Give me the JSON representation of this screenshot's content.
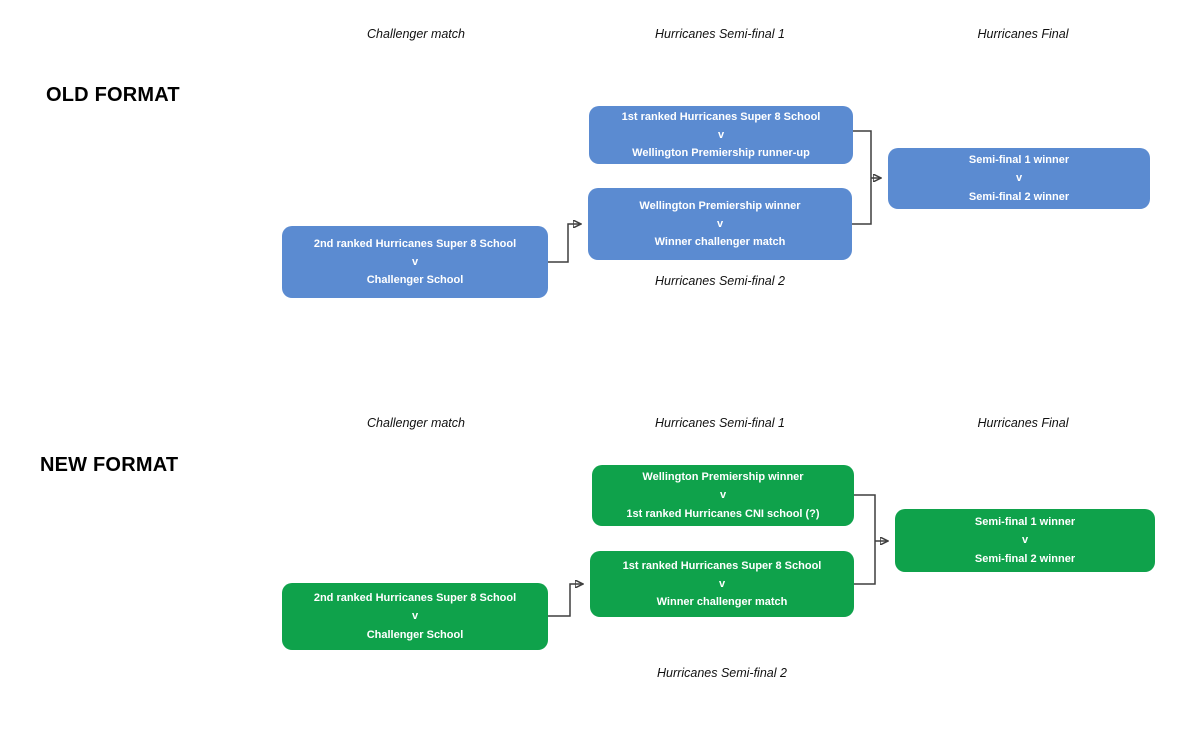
{
  "colors": {
    "old_accent": "#5B8BD1",
    "new_accent": "#0FA24B",
    "connector": "#3F3F3F"
  },
  "old": {
    "heading": "OLD FORMAT",
    "labels": {
      "challenger": "Challenger match",
      "semi1": "Hurricanes Semi-final 1",
      "final": "Hurricanes Final",
      "semi2": "Hurricanes Semi-final 2"
    },
    "boxes": {
      "semi1": {
        "line1": "1st ranked Hurricanes Super 8 School",
        "vs": "v",
        "line2": "Wellington Premiership runner-up"
      },
      "semi2": {
        "line1": "Wellington Premiership winner",
        "vs": "v",
        "line2": "Winner challenger match"
      },
      "challenger": {
        "line1": "2nd ranked Hurricanes Super 8 School",
        "vs": "v",
        "line2": "Challenger School"
      },
      "final": {
        "line1": "Semi-final 1 winner",
        "vs": "v",
        "line2": "Semi-final 2 winner"
      }
    }
  },
  "new": {
    "heading": "NEW FORMAT",
    "labels": {
      "challenger": "Challenger match",
      "semi1": "Hurricanes Semi-final 1",
      "final": "Hurricanes Final",
      "semi2": "Hurricanes Semi-final 2"
    },
    "boxes": {
      "semi1": {
        "line1": "Wellington Premiership winner",
        "vs": "v",
        "line2": "1st ranked Hurricanes CNI school (?)"
      },
      "semi2": {
        "line1": "1st ranked Hurricanes Super 8 School",
        "vs": "v",
        "line2": "Winner challenger match"
      },
      "challenger": {
        "line1": "2nd ranked Hurricanes Super 8 School",
        "vs": "v",
        "line2": "Challenger School"
      },
      "final": {
        "line1": "Semi-final 1 winner",
        "vs": "v",
        "line2": "Semi-final 2 winner"
      }
    }
  }
}
